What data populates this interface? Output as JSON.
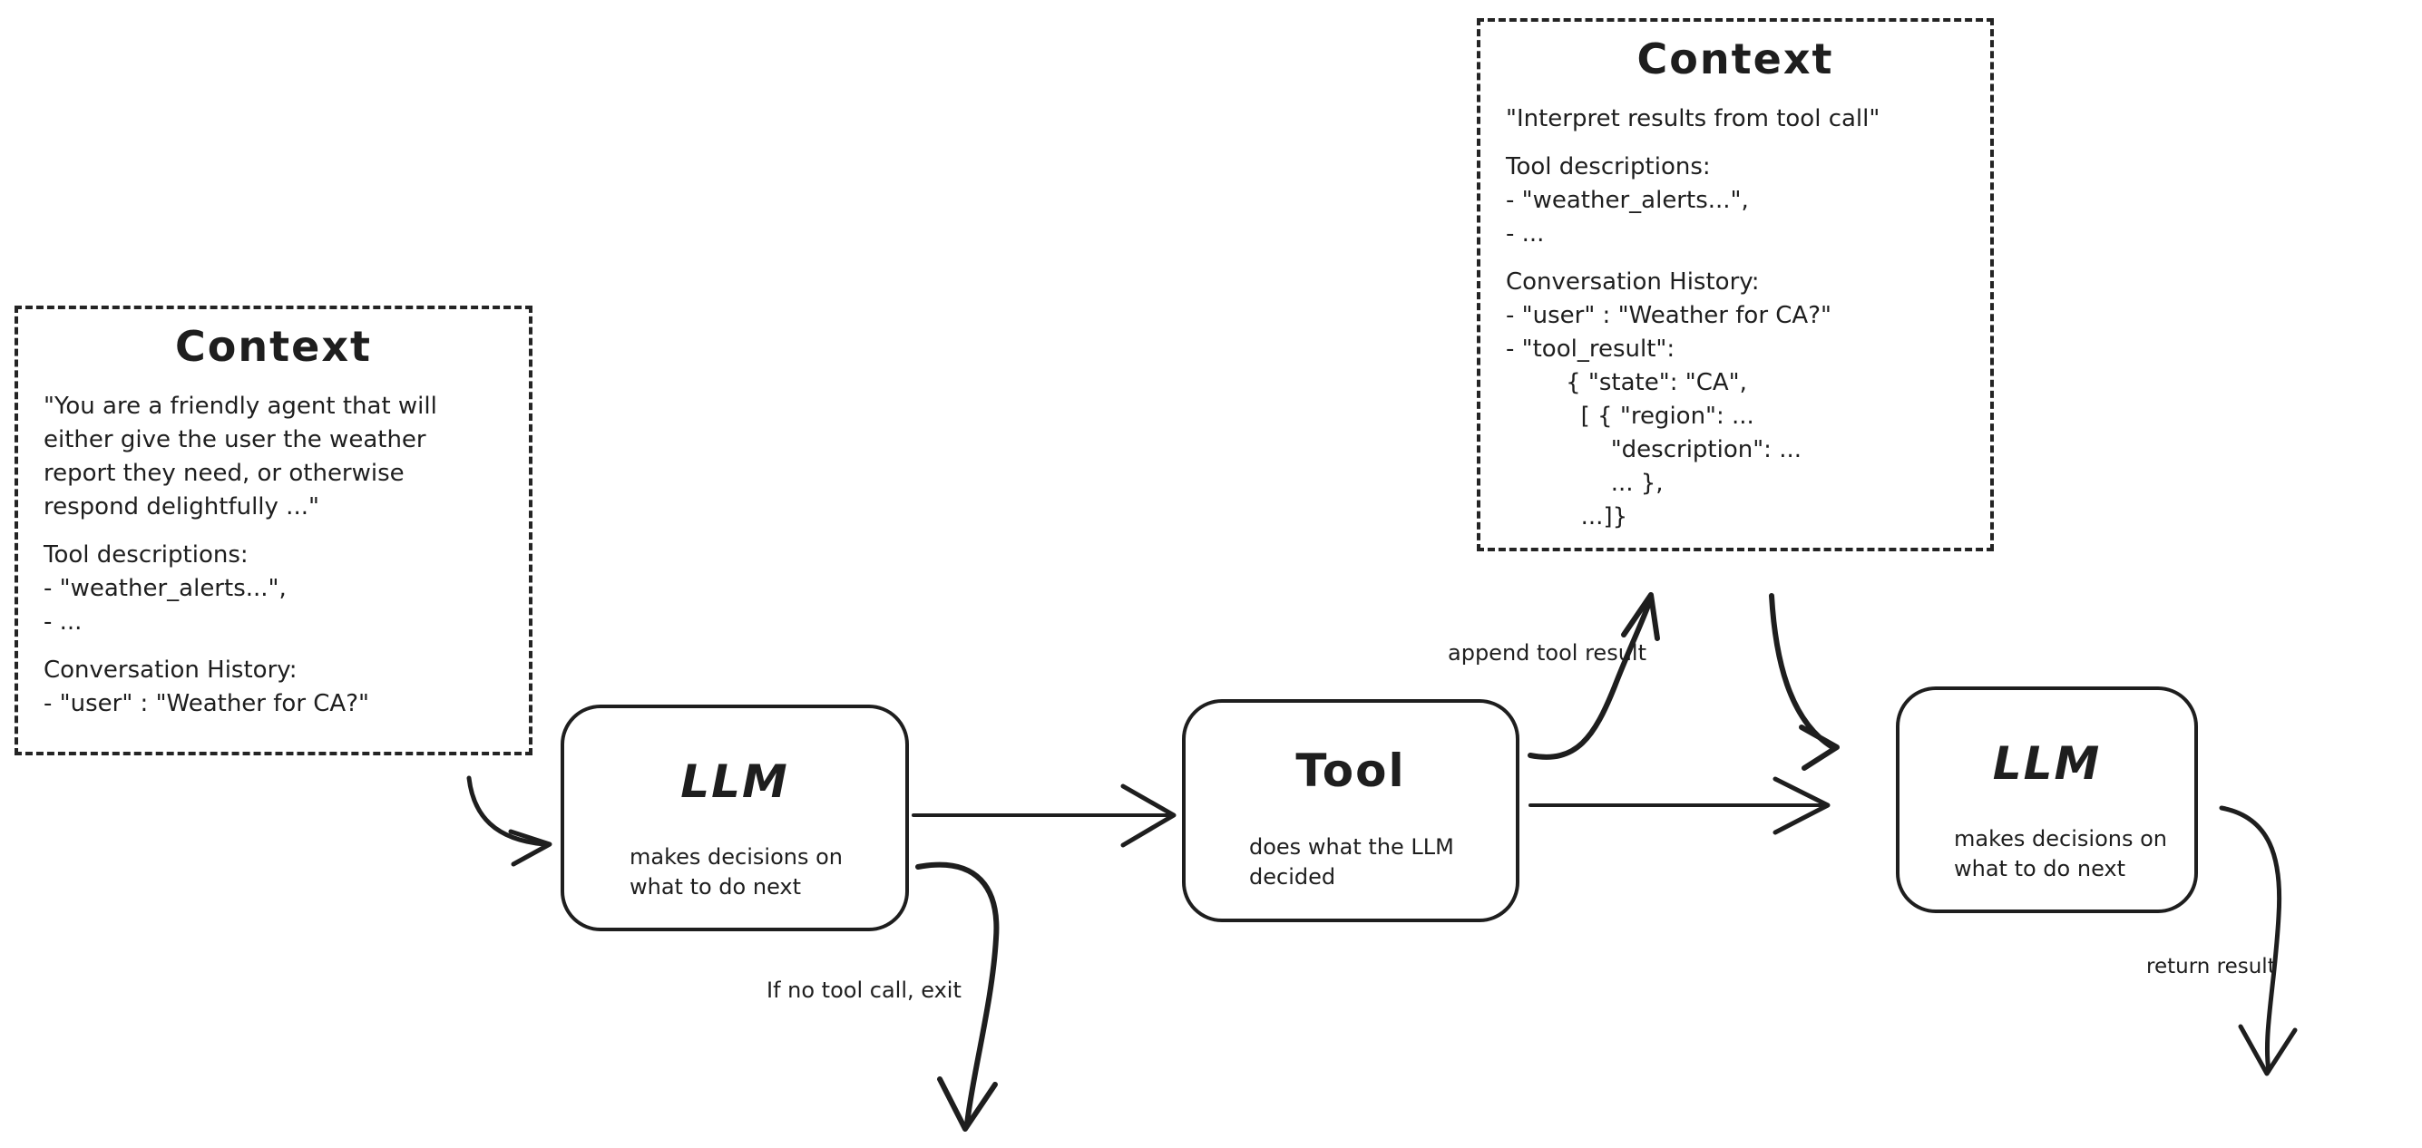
{
  "context_left": {
    "title": "Context",
    "prompt_lines": [
      "\"You are a friendly agent that will",
      "either give the user the weather",
      "report they need, or otherwise",
      "respond delightfully ...\""
    ],
    "tools_heading": "Tool descriptions:",
    "tools_lines": [
      "- \"weather_alerts...\",",
      "- ..."
    ],
    "history_heading": "Conversation History:",
    "history_lines": [
      "- \"user\" : \"Weather for CA?\""
    ]
  },
  "context_right": {
    "title": "Context",
    "prompt_lines": [
      "\"Interpret results from tool call\""
    ],
    "tools_heading": "Tool descriptions:",
    "tools_lines": [
      "- \"weather_alerts...\",",
      "- ..."
    ],
    "history_heading": "Conversation History:",
    "history_lines": [
      "- \"user\" : \"Weather for CA?\"",
      "- \"tool_result\":",
      "        { \"state\": \"CA\",",
      "          [ { \"region\": ...",
      "              \"description\": ...",
      "              ... },",
      "          ...]}"
    ]
  },
  "nodes": {
    "llm1": {
      "title": "LLM",
      "subtitle_lines": [
        "makes decisions on",
        "what to do next"
      ]
    },
    "tool": {
      "title": "Tool",
      "subtitle_lines": [
        "does what the LLM",
        "decided"
      ]
    },
    "llm2": {
      "title": "LLM",
      "subtitle_lines": [
        "makes decisions on",
        "what to do next"
      ]
    }
  },
  "edge_labels": {
    "append_tool_result": "append tool result",
    "if_no_tool_call_exit": "If no tool call, exit",
    "return_result": "return result"
  },
  "colors": {
    "ink": "#1e1e1e",
    "background": "#ffffff"
  }
}
